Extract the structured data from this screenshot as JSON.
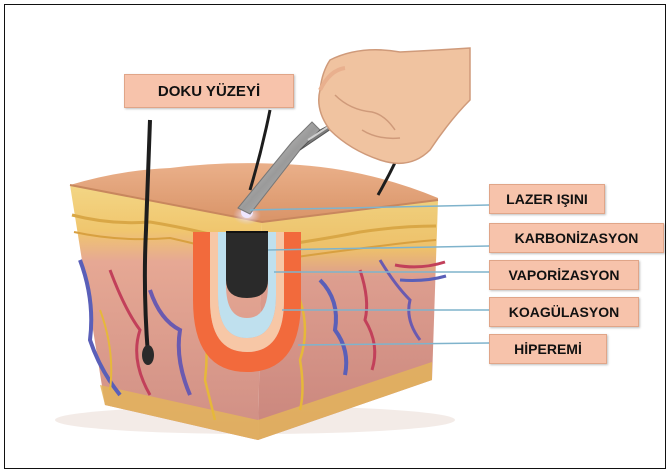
{
  "labels": {
    "surface": "DOKU YÜZEYİ",
    "laser": "LAZER IŞINI",
    "carbonization": "KARBONİZASYON",
    "vaporization": "VAPORİZASYON",
    "coagulation": "KOAGÜLASYON",
    "hyperemia": "HİPEREMİ"
  },
  "colors": {
    "label_bg": "#f7c3ab",
    "hyperemia_zone": "#f26a3c",
    "coagulation_zone": "#f7c7a6",
    "vaporization_zone": "#bfe0ee",
    "carbonization_zone": "#2a2a2a",
    "skin_surface": "#e2a378",
    "fat_layer": "#f2d27a",
    "dermis": "#dc9a8d"
  }
}
